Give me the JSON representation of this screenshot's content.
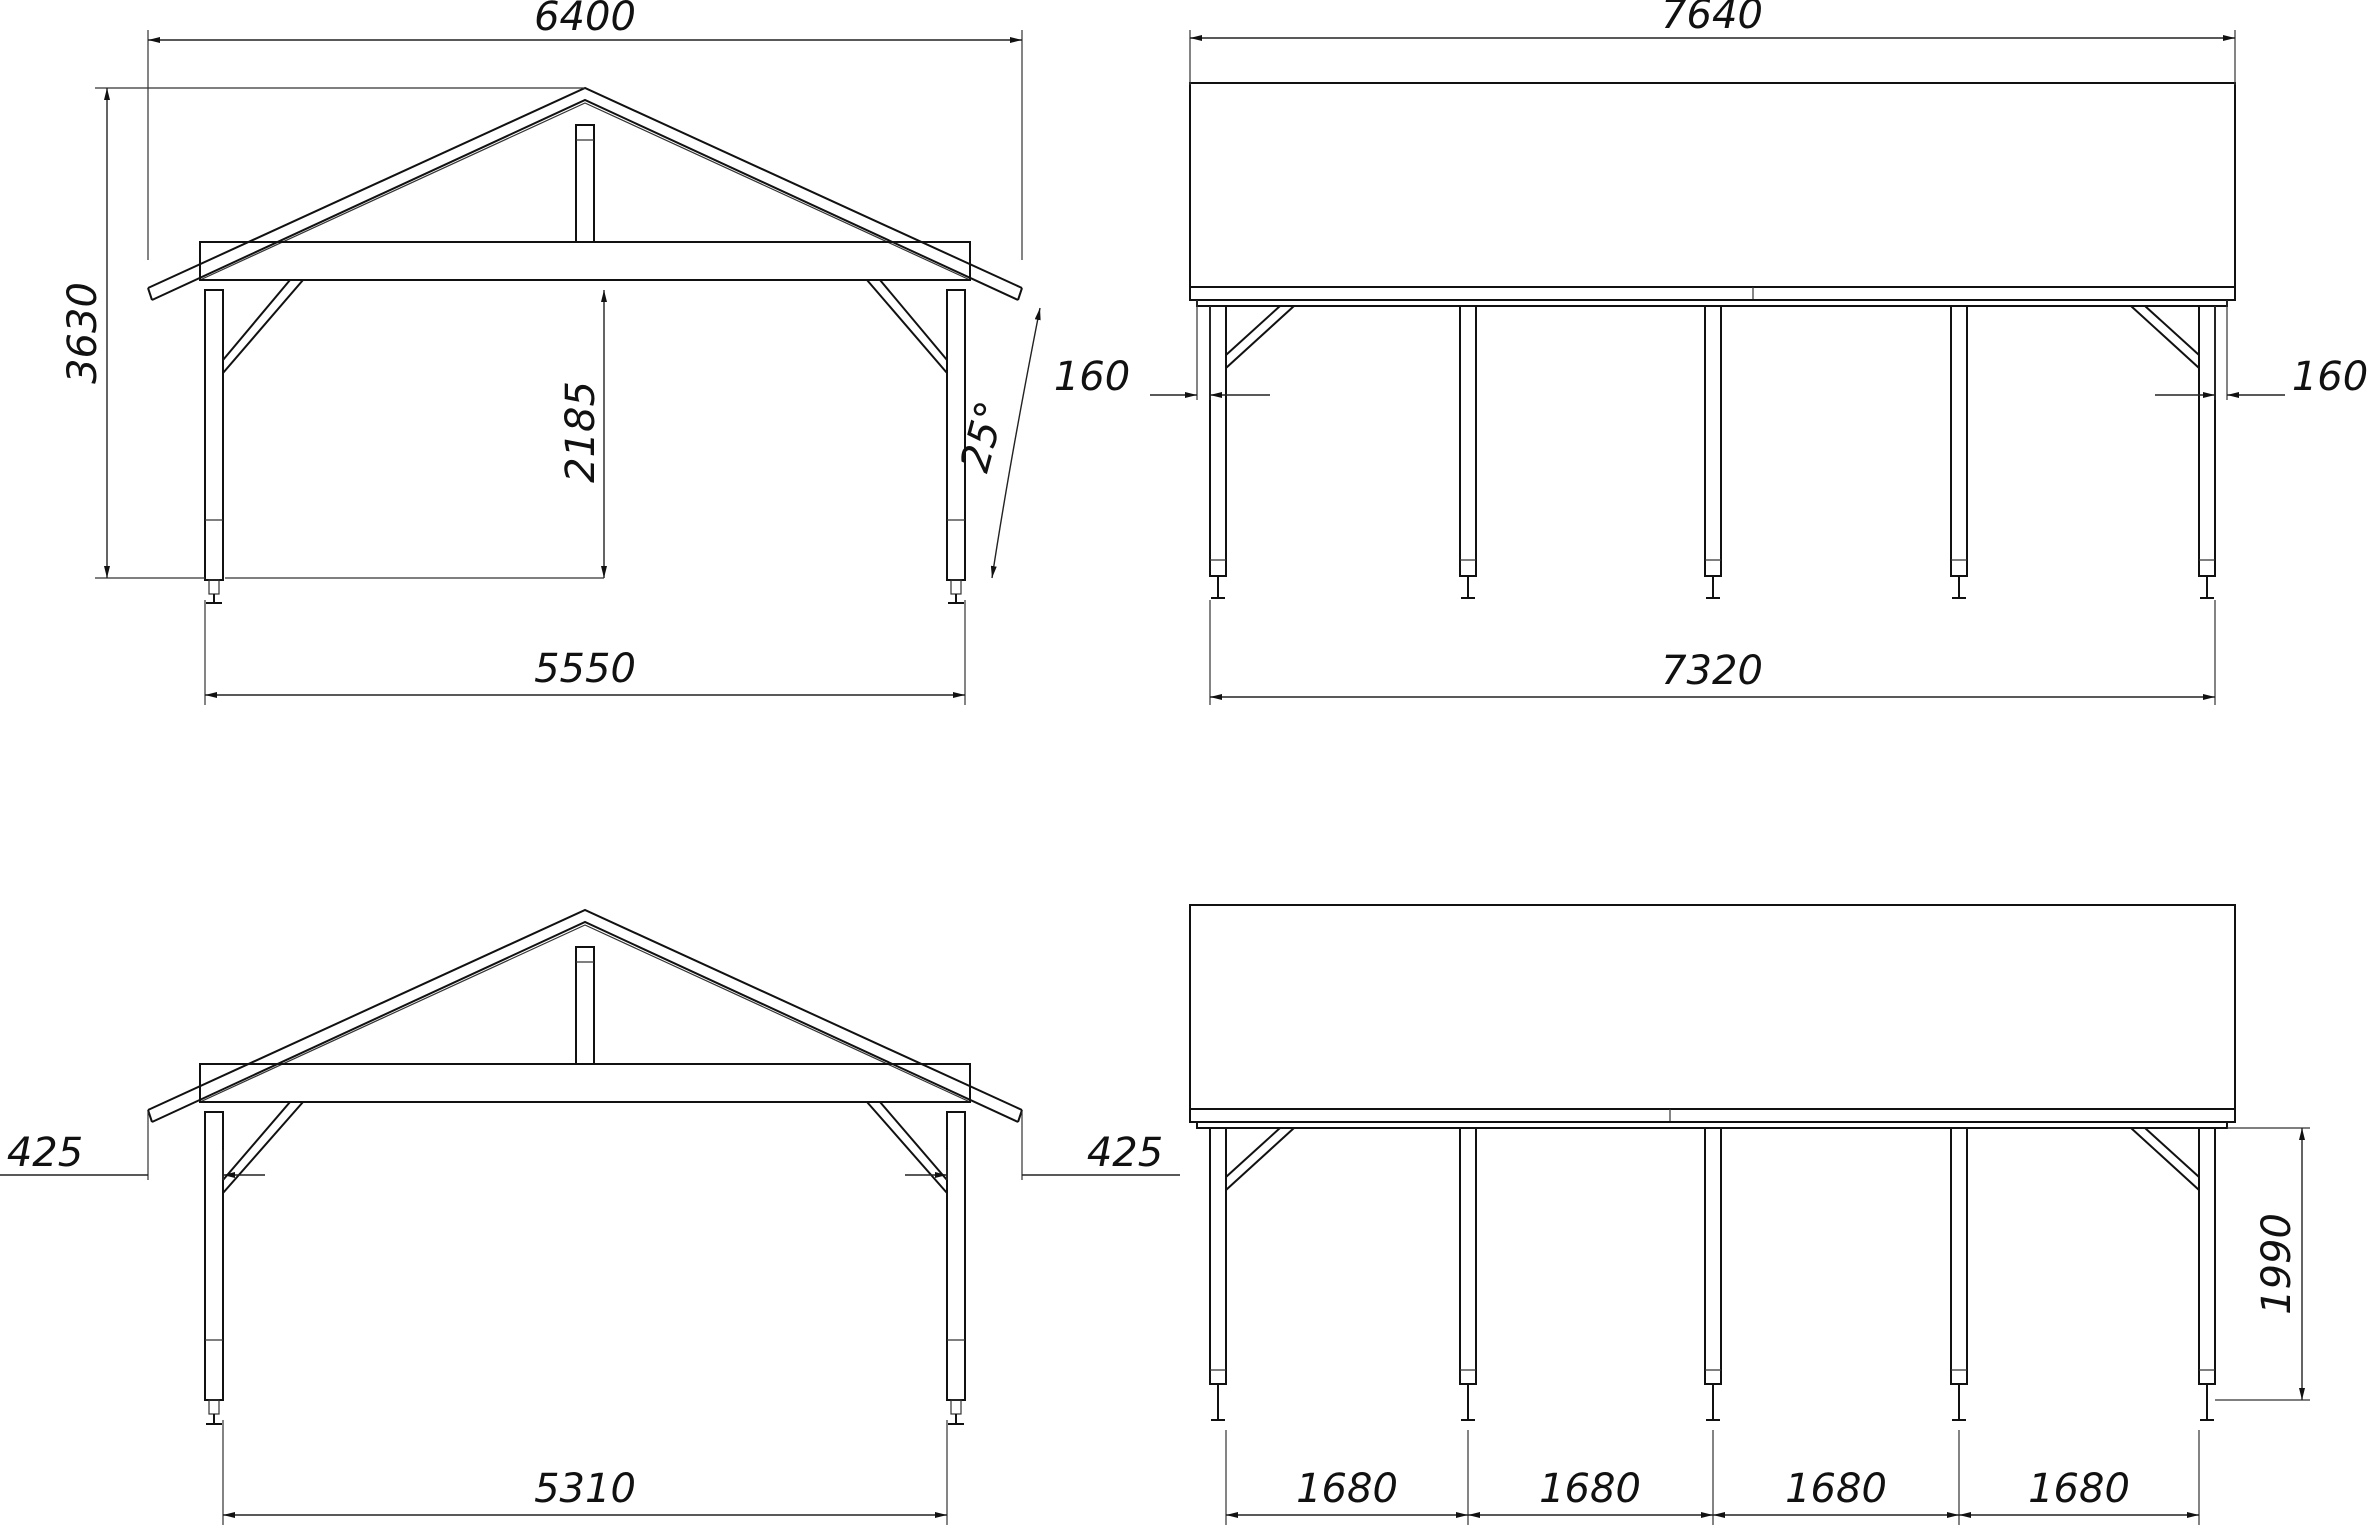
{
  "views": {
    "front_top": {
      "overall_width": "6400",
      "height": "3630",
      "clear_height": "2185",
      "roof_angle": "25°",
      "post_span": "5550"
    },
    "side_top": {
      "overall_length": "7640",
      "offset_left": "160",
      "offset_right": "160",
      "post_span": "7320"
    },
    "front_bottom": {
      "overhang_left": "425",
      "overhang_right": "425",
      "post_span": "5310"
    },
    "side_bottom": {
      "post_height": "1990",
      "bay_1": "1680",
      "bay_2": "1680",
      "bay_3": "1680",
      "bay_4": "1680"
    }
  }
}
